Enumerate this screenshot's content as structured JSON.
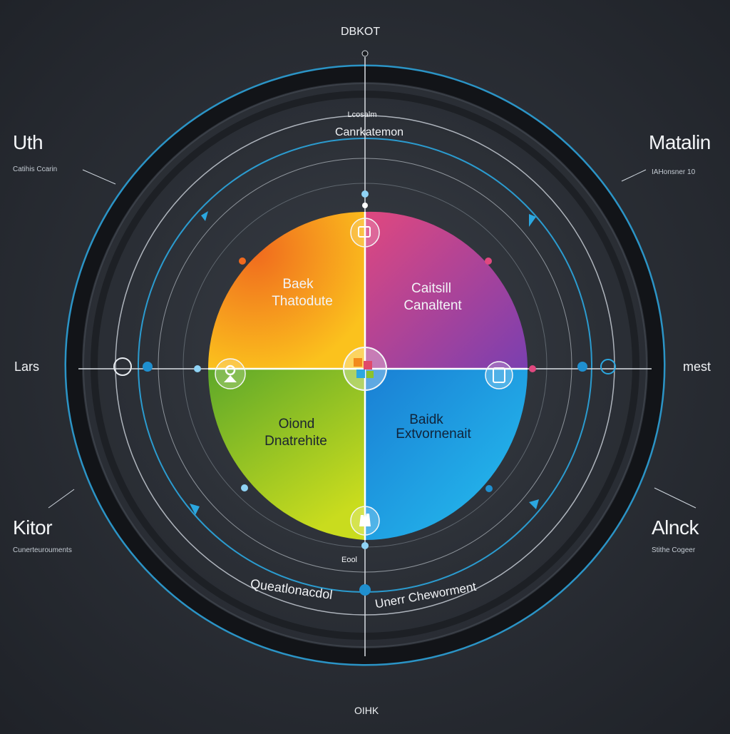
{
  "header": {
    "top_label": "DBKOT",
    "bottom_label": "OIHK"
  },
  "edge_labels": {
    "left": "Lars",
    "right": "mest"
  },
  "corner_panels": {
    "top_left": {
      "title": "Uth",
      "lines": [
        "Catihis Ccarin"
      ]
    },
    "top_right": {
      "title": "Matalin",
      "lines": [
        "IAHonsner 10"
      ]
    },
    "bottom_left": {
      "title": "Kitor",
      "lines": [
        "Cunerteurouments"
      ]
    },
    "bottom_right": {
      "title": "Alnck",
      "lines": [
        "Stithe Cogeer"
      ]
    }
  },
  "ring_labels": {
    "top": "Canrkatemon",
    "top_small": "Lcosalm",
    "bottom_left": "Queatlonacdol",
    "bottom_right": "Unerr Cheworment",
    "bottom_small": "Eool"
  },
  "quadrants": [
    {
      "id": "q1",
      "line1": "Baek",
      "line2": "Thatodute",
      "color": "#f28a1c"
    },
    {
      "id": "q2",
      "line1": "Caitsill",
      "line2": "Canaltent",
      "color": "#b54bb6"
    },
    {
      "id": "q3",
      "line1": "Oiond",
      "line2": "Dnatrehite",
      "color": "#8cc22a"
    },
    {
      "id": "q4",
      "line1": "Baidk",
      "line2": "Extvornenait",
      "color": "#1f9fe8"
    }
  ],
  "node_icons": {
    "top": "tag-icon",
    "left": "location-pin-icon",
    "right": "document-icon",
    "bottom": "hand-icon",
    "center": "blocks-icon"
  },
  "colors": {
    "ring_accent": "#2ba7e0",
    "ring_dark": "#121418",
    "node_dot": "#1f8fcf"
  }
}
